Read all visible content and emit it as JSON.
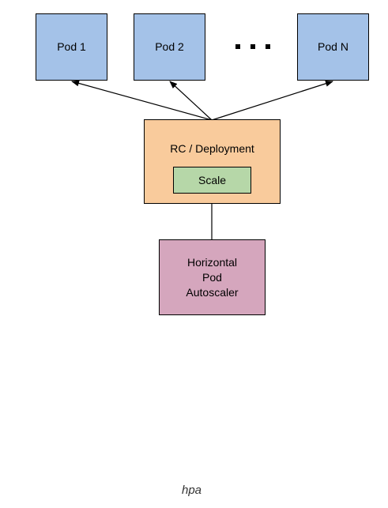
{
  "diagram": {
    "pods": [
      "Pod 1",
      "Pod 2",
      "Pod N"
    ],
    "ellipsis": "...",
    "deployment_label": "RC / Deployment",
    "scale_label": "Scale",
    "autoscaler_lines": [
      "Horizontal",
      "Pod",
      "Autoscaler"
    ],
    "caption": "hpa"
  },
  "colors": {
    "pod": "#a4c2e8",
    "deployment": "#f9cb9c",
    "scale": "#b6d7a8",
    "autoscaler": "#d5a6bd"
  }
}
